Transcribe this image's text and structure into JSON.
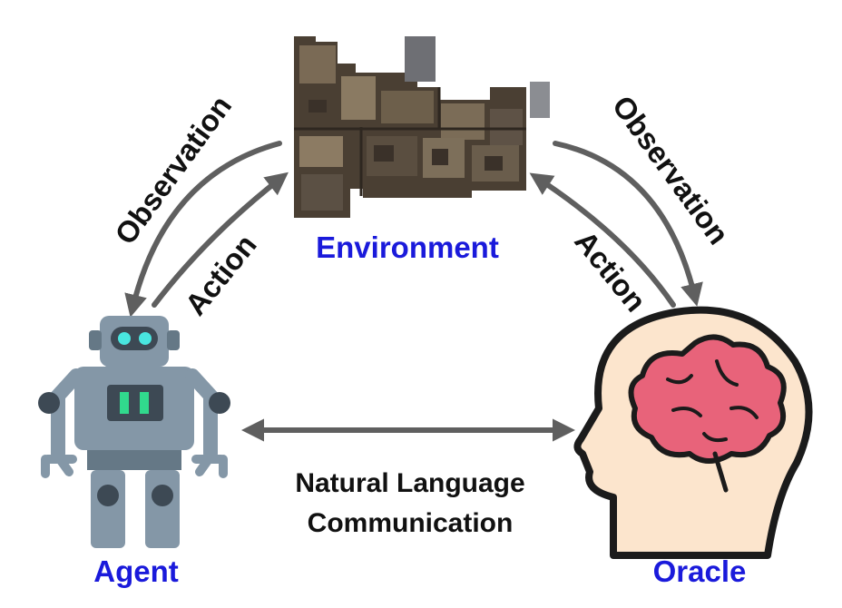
{
  "nodes": {
    "environment": "Environment",
    "agent": "Agent",
    "oracle": "Oracle"
  },
  "edges": {
    "left_observation": "Observation",
    "left_action": "Action",
    "right_observation": "Observation",
    "right_action": "Action",
    "communication_line1": "Natural Language",
    "communication_line2": "Communication"
  },
  "colors": {
    "node_label": "#1a1adb",
    "edge_label": "#111111",
    "arrow": "#5f5f5f"
  },
  "icons": {
    "environment": "house-floorplan-3d-icon",
    "agent": "robot-icon",
    "oracle": "human-head-brain-icon"
  }
}
